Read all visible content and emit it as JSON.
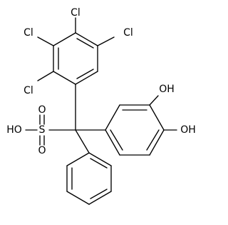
{
  "molecule": {
    "bond_color": "#000000",
    "background": "#ffffff",
    "labels": {
      "cl_top": "Cl",
      "cl_left": "Cl",
      "cl_right": "Cl",
      "cl_lower_left": "Cl",
      "oh_upper": "OH",
      "oh_right": "OH",
      "ho_sulfonic": "HO",
      "s_atom": "S",
      "o_top": "O",
      "o_bottom": "O"
    }
  }
}
